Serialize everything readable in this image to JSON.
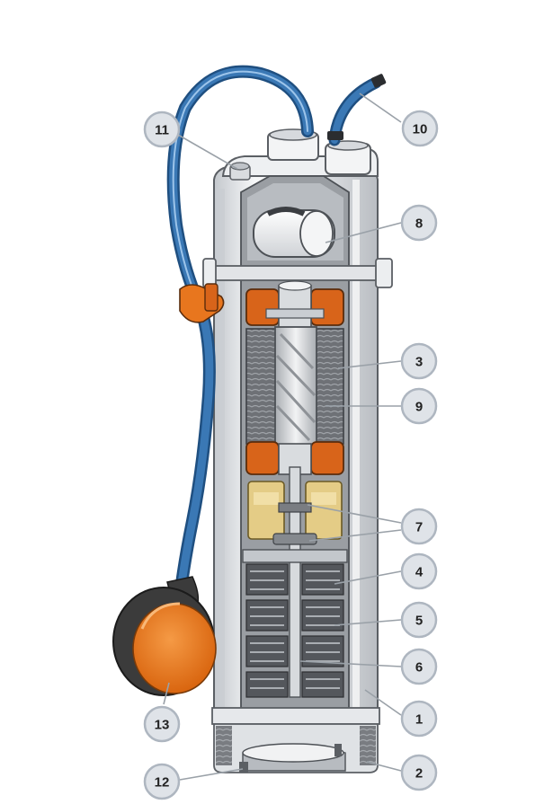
{
  "callouts": [
    {
      "id": "c1",
      "label": "1"
    },
    {
      "id": "c2",
      "label": "2"
    },
    {
      "id": "c3",
      "label": "3"
    },
    {
      "id": "c4",
      "label": "4"
    },
    {
      "id": "c5",
      "label": "5"
    },
    {
      "id": "c6",
      "label": "6"
    },
    {
      "id": "c7",
      "label": "7"
    },
    {
      "id": "c8",
      "label": "8"
    },
    {
      "id": "c9",
      "label": "9"
    },
    {
      "id": "c10",
      "label": "10"
    },
    {
      "id": "c11",
      "label": "11"
    },
    {
      "id": "c12",
      "label": "12"
    },
    {
      "id": "c13",
      "label": "13"
    }
  ],
  "colors": {
    "hose": "#3a78b5",
    "hose_dark": "#1f4f80",
    "float_orange": "#e8761e",
    "float_dark": "#3b3b3b",
    "casing": "#eef0f2",
    "casing_shade": "#c9cdd2",
    "motor_winding": "#7d8085",
    "capacitor": "#e9e9e9",
    "bearing_orange": "#d8641a",
    "seal_yellow": "#e4cc86",
    "impeller_dark": "#4a4d52",
    "callout_fill": "#dfe3e8"
  }
}
